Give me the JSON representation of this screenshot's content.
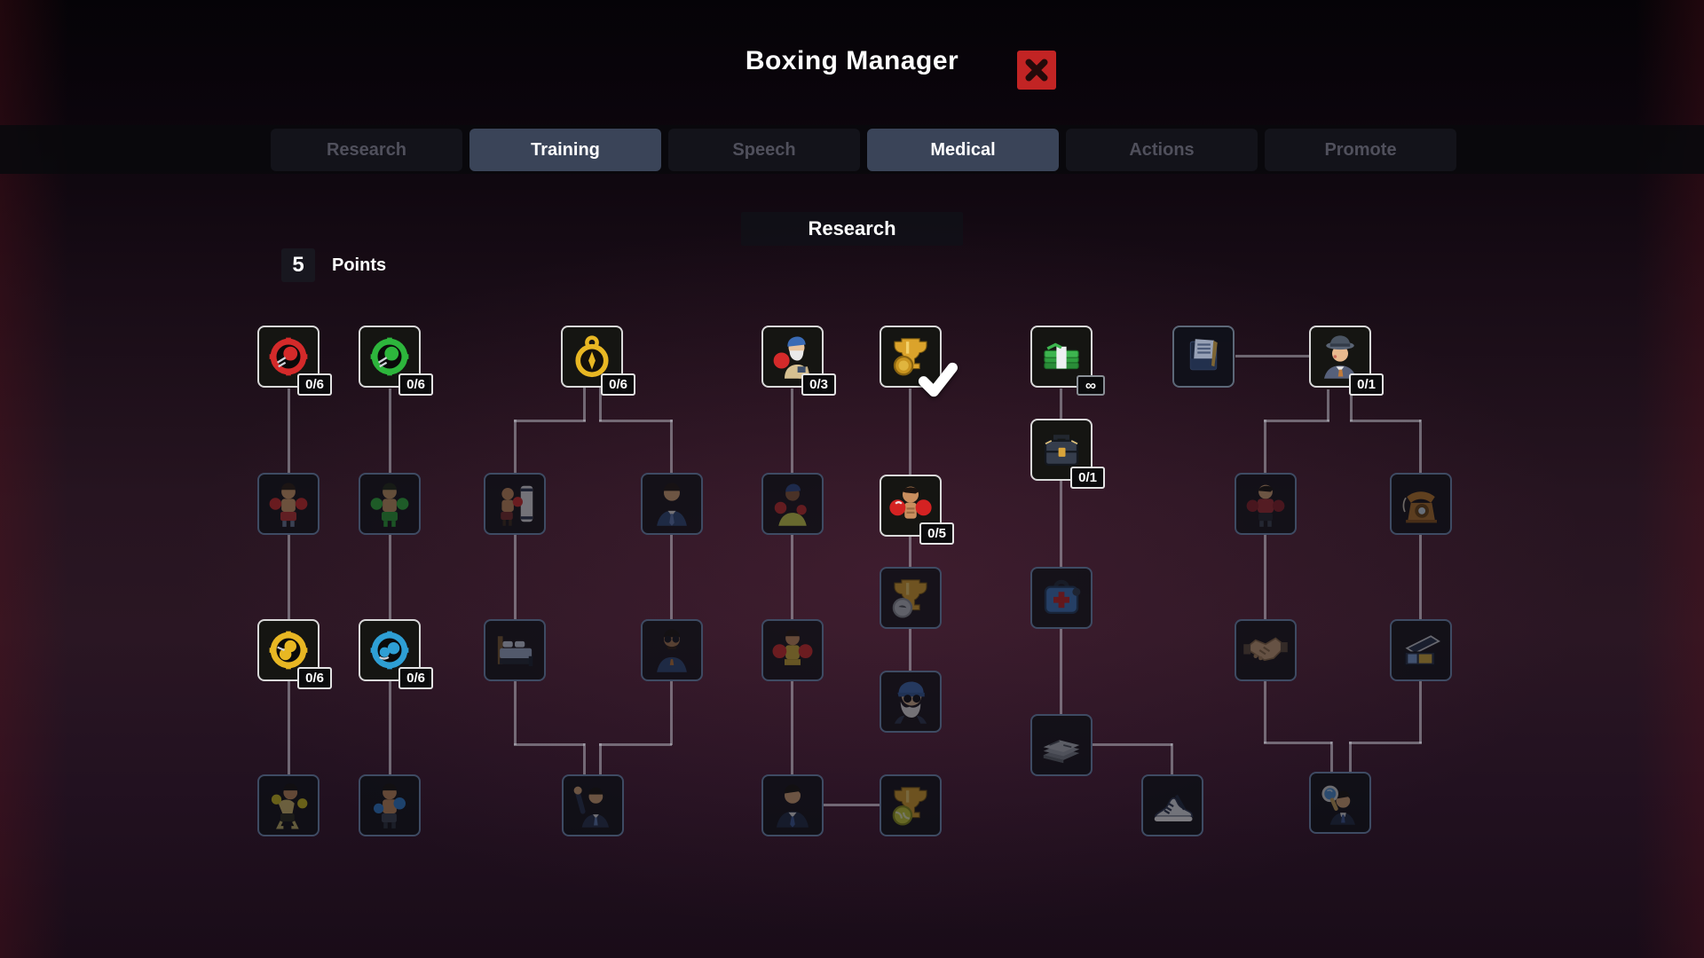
{
  "window": {
    "title": "Boxing Manager",
    "close_icon": "close-x-icon"
  },
  "tabs": [
    {
      "label": "Research",
      "selected": false
    },
    {
      "label": "Training",
      "selected": true
    },
    {
      "label": "Speech",
      "selected": false
    },
    {
      "label": "Medical",
      "selected": true
    },
    {
      "label": "Actions",
      "selected": false
    },
    {
      "label": "Promote",
      "selected": false
    }
  ],
  "panel": {
    "header": "Research",
    "points_value": "5",
    "points_label": "Points"
  },
  "colors": {
    "close_red": "#c22424",
    "tab_selected_bg": "#3a4458",
    "tab_idle_text": "#50505c",
    "node_border_available": "#d9d9d9",
    "node_border_locked": "#3e4b63",
    "ring_red": "#d42a2a",
    "ring_green": "#2db63c",
    "ring_yellow": "#e8b723",
    "ring_blue": "#2e9fd4",
    "trophy_gold": "#dba32b",
    "money_green": "#2f9e3f"
  },
  "tree": {
    "nodes": [
      {
        "name": "research-red-glove-ring",
        "icon": "red-ring-glove-icon",
        "state": "available",
        "badge": "0/6"
      },
      {
        "name": "research-green-glove-ring",
        "icon": "green-ring-glove-icon",
        "state": "available",
        "badge": "0/6"
      },
      {
        "name": "research-stopwatch",
        "icon": "gold-stopwatch-icon",
        "state": "available",
        "badge": "0/6"
      },
      {
        "name": "research-veteran-trainer",
        "icon": "trainer-red-glove-icon",
        "state": "available",
        "badge": "0/3"
      },
      {
        "name": "research-trophy-medal",
        "icon": "trophy-gold-medal-icon",
        "state": "completed"
      },
      {
        "name": "research-money",
        "icon": "money-stack-icon",
        "state": "available",
        "badge": "∞"
      },
      {
        "name": "research-documents",
        "icon": "documents-box-icon",
        "state": "revealed"
      },
      {
        "name": "research-scout-agent",
        "icon": "fedora-man-icon",
        "state": "available",
        "badge": "0/1"
      },
      {
        "name": "research-boxer-red",
        "icon": "boxer-red-gloves-icon",
        "state": "locked"
      },
      {
        "name": "research-boxer-green",
        "icon": "boxer-green-gloves-icon",
        "state": "locked"
      },
      {
        "name": "research-boxer-punching-bag",
        "icon": "boxer-punching-bag-icon",
        "state": "locked"
      },
      {
        "name": "research-suit-man",
        "icon": "suit-man-icon",
        "state": "locked"
      },
      {
        "name": "research-corner-trainer",
        "icon": "trainer-yellow-shirt-icon",
        "state": "locked"
      },
      {
        "name": "research-cut-boxer",
        "icon": "boxer-guard-up-icon",
        "state": "available",
        "badge": "0/5"
      },
      {
        "name": "research-briefcase",
        "icon": "briefcase-icon",
        "state": "available",
        "badge": "0/1"
      },
      {
        "name": "research-boxer-dark",
        "icon": "boxer-dark-red-icon",
        "state": "locked"
      },
      {
        "name": "research-telephone",
        "icon": "rotary-phone-icon",
        "state": "locked"
      },
      {
        "name": "research-yellow-glove-ring",
        "icon": "yellow-ring-glove-icon",
        "state": "available",
        "badge": "0/6"
      },
      {
        "name": "research-blue-glove-ring",
        "icon": "blue-ring-glove-icon",
        "state": "available",
        "badge": "0/6"
      },
      {
        "name": "research-bed",
        "icon": "bed-icon",
        "state": "locked"
      },
      {
        "name": "research-sunglasses-man",
        "icon": "sunglasses-man-icon",
        "state": "locked"
      },
      {
        "name": "research-boxer-fierce",
        "icon": "boxer-red-gloves-icon",
        "state": "locked"
      },
      {
        "name": "research-trophy-silver",
        "icon": "trophy-silver-coin-icon",
        "state": "locked"
      },
      {
        "name": "research-medical-bag",
        "icon": "medical-bag-icon",
        "state": "locked"
      },
      {
        "name": "research-handshake",
        "icon": "handshake-icon",
        "state": "locked"
      },
      {
        "name": "research-money-case",
        "icon": "open-money-case-icon",
        "state": "locked"
      },
      {
        "name": "research-old-coach",
        "icon": "bearded-coach-icon",
        "state": "locked"
      },
      {
        "name": "research-newspapers",
        "icon": "newspaper-stack-icon",
        "state": "locked"
      },
      {
        "name": "research-boxer-yellow",
        "icon": "boxer-yellow-gloves-icon",
        "state": "locked"
      },
      {
        "name": "research-boxer-blue",
        "icon": "boxer-blue-gloves-icon",
        "state": "locked"
      },
      {
        "name": "research-announcer",
        "icon": "raised-hand-suit-icon",
        "state": "locked"
      },
      {
        "name": "research-manager-portrait",
        "icon": "suit-portrait-icon",
        "state": "locked"
      },
      {
        "name": "research-trophy-ball",
        "icon": "trophy-ball-icon",
        "state": "locked"
      },
      {
        "name": "research-sneaker",
        "icon": "sneaker-icon",
        "state": "locked"
      },
      {
        "name": "research-magnifier-scout",
        "icon": "magnifier-man-icon",
        "state": "locked"
      }
    ]
  }
}
